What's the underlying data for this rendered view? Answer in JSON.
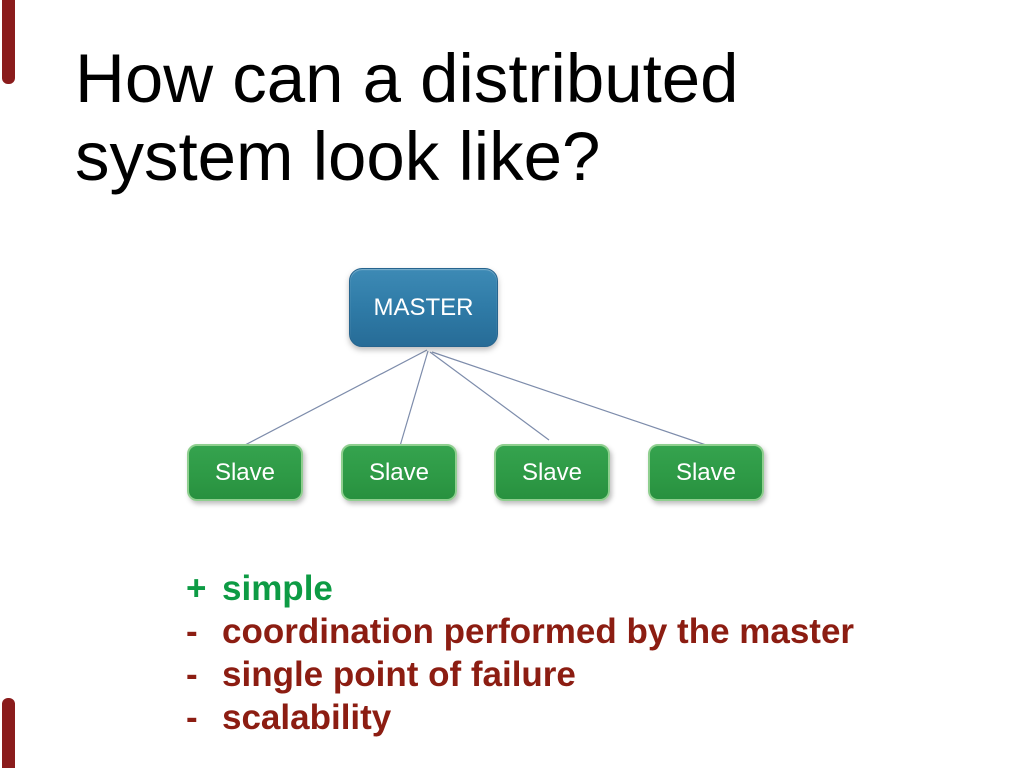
{
  "slide": {
    "title_lines": [
      "How can a distributed",
      "system look like?"
    ]
  },
  "diagram": {
    "master": {
      "label": "MASTER"
    },
    "slaves": [
      {
        "label": "Slave"
      },
      {
        "label": "Slave"
      },
      {
        "label": "Slave"
      },
      {
        "label": "Slave"
      }
    ]
  },
  "bullets": [
    {
      "marker": "+",
      "text": "simple",
      "tone": "positive"
    },
    {
      "marker": "-",
      "text": "coordination performed by the master",
      "tone": "negative"
    },
    {
      "marker": "-",
      "text": "single point of failure",
      "tone": "negative"
    },
    {
      "marker": "-",
      "text": "scalability",
      "tone": "negative"
    }
  ],
  "colors": {
    "background": "#ffffff",
    "accent_bar": "#8a1c1c",
    "master_fill": "#2f7ba7",
    "master_border": "#26648e",
    "slave_fill": "#2e9a46",
    "slave_border": "#8fcf8f",
    "connector": "#7d8cab",
    "positive": "#0d9b44",
    "negative": "#8c1d12",
    "title_text": "#000000",
    "node_text": "#ffffff"
  }
}
